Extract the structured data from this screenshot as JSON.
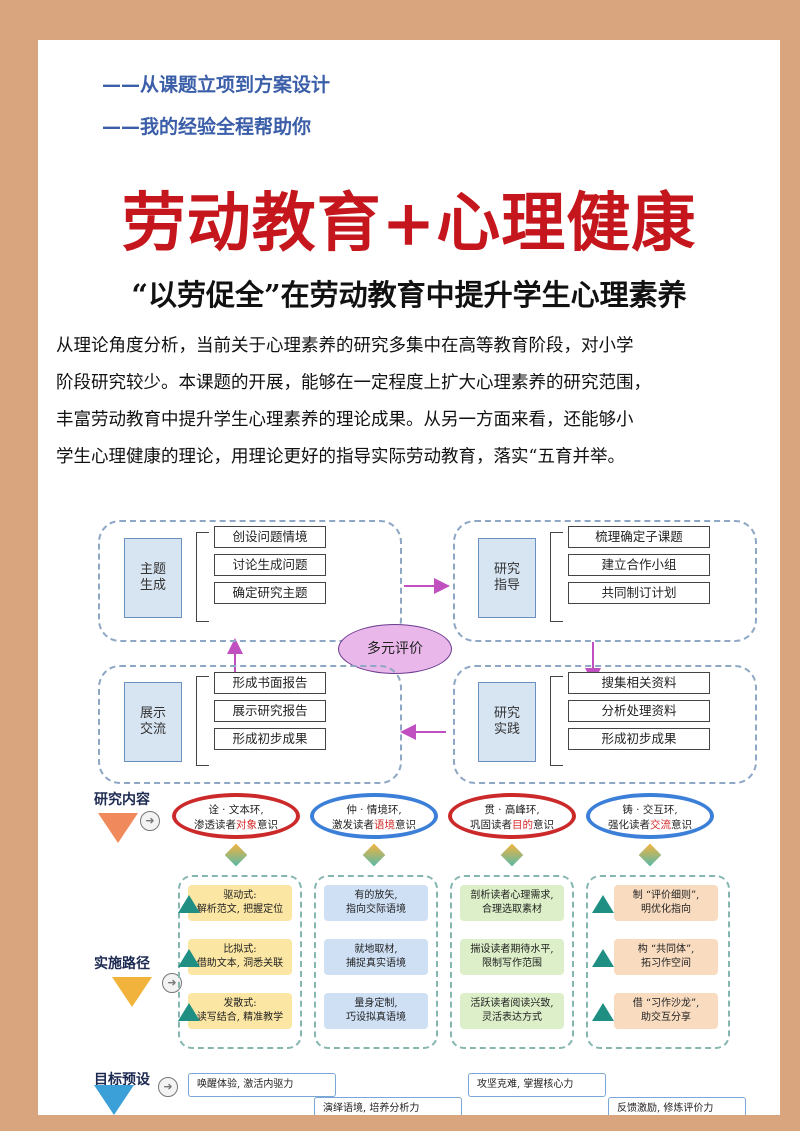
{
  "header": {
    "line1": "——从课题立项到方案设计",
    "line2": "——我的经验全程帮助你",
    "title": "劳动教育+心理健康",
    "subtitle": "“以劳促全”在劳动教育中提升学生心理素养"
  },
  "paragraph": [
    "从理论角度分析，当前关于心理素养的研究多集中在高等教育阶段，对小学",
    "阶段研究较少。本课题的开展，能够在一定程度上扩大心理素养的研究范围，",
    "丰富劳动教育中提升学生心理素养的理论成果。从另一方面来看，还能够小",
    "学生心理健康的理论，用理论更好的指导实际劳动教育，落实“五育并举。"
  ],
  "diagram1": {
    "center": "多元评价",
    "groups": [
      {
        "label": "主题生成",
        "items": [
          "创设问题情境",
          "讨论生成问题",
          "确定研究主题"
        ]
      },
      {
        "label": "研究指导",
        "items": [
          "梳理确定子课题",
          "建立合作小组",
          "共同制订计划"
        ]
      },
      {
        "label": "展示交流",
        "items": [
          "形成书面报告",
          "展示研究报告",
          "形成初步成果"
        ]
      },
      {
        "label": "研究实践",
        "items": [
          "搜集相关资料",
          "分析处理资料",
          "形成初步成果"
        ]
      }
    ]
  },
  "diagram2": {
    "row_labels": [
      "研究内容",
      "实施路径",
      "目标预设"
    ],
    "rings": [
      {
        "a": "诠 · 文本环,",
        "b": "渗透读者",
        "c": "对象",
        "d": "意识"
      },
      {
        "a": "仲 · 情境环,",
        "b": "激发读者",
        "c": "语境",
        "d": "意识"
      },
      {
        "a": "贯 · 高峰环,",
        "b": "巩固读者",
        "c": "目的",
        "d": "意识"
      },
      {
        "a": "铸 · 交互环,",
        "b": "强化读者",
        "c": "交流",
        "d": "意识"
      }
    ],
    "columns": [
      [
        "驱动式:\n解析范文, 把握定位",
        "比拟式:\n借助文本, 洞悉关联",
        "发散式:\n读写结合, 精准教学"
      ],
      [
        "有的放矢,\n指向交际语境",
        "就地取材,\n捕捉真实语境",
        "量身定制,\n巧设拟真语境"
      ],
      [
        "剖析读者心理需求,\n合理选取素材",
        "揣设读者期待水平,\n限制写作范围",
        "活跃读者阅读兴致,\n灵活表达方式"
      ],
      [
        "制 “评价细则”,\n明优化指向",
        "构 “共同体”,\n拓习作空间",
        "借 “习作沙龙”,\n助交互分享"
      ]
    ],
    "goals": [
      "唤醒体验, 激活内驱力",
      "攻坚克难, 掌握核心力",
      "演绎语境, 培养分析力",
      "反馈激励, 修炼评价力"
    ]
  },
  "colors": {
    "title": "#c4161c",
    "subheading": "#3b5ea8",
    "background": "#d9a57e",
    "center_oval": "#e9b7ea"
  }
}
